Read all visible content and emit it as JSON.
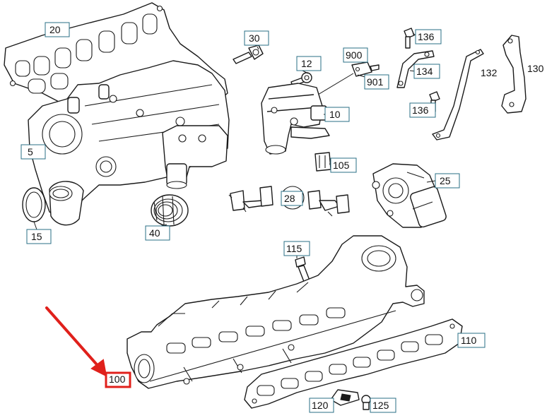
{
  "diagram": {
    "callouts": {
      "c20": "20",
      "c30": "30",
      "c12": "12",
      "c900": "900",
      "c901": "901",
      "c136a": "136",
      "c134": "134",
      "c132": "132",
      "c130": "130",
      "c136b": "136",
      "c10": "10",
      "c5": "5",
      "c105": "105",
      "c25": "25",
      "c28": "28",
      "c15": "15",
      "c40": "40",
      "c115": "115",
      "c110": "110",
      "c100": "100",
      "c120": "120",
      "c125": "125"
    },
    "colors": {
      "outline": "#1a1a1a",
      "label_border": "#2a6f86",
      "highlight": "#e0201b",
      "background": "#ffffff"
    }
  }
}
